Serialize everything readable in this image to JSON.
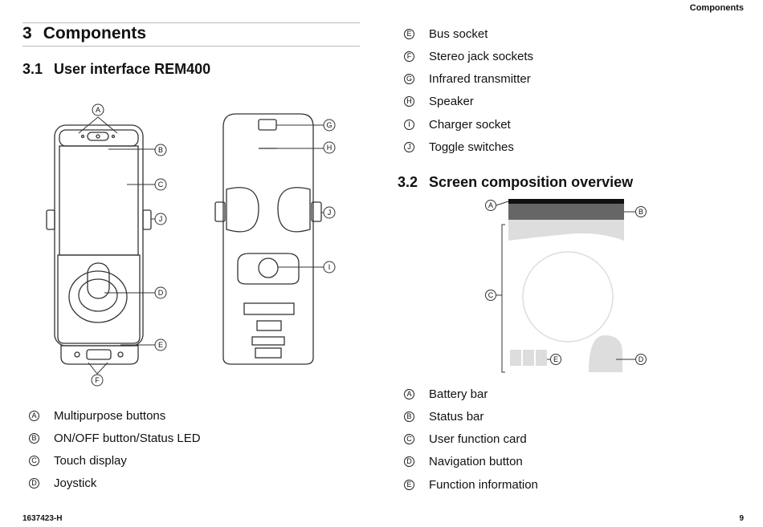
{
  "header": {
    "running_title": "Components"
  },
  "section": {
    "number": "3",
    "title": "Components"
  },
  "sub1": {
    "number": "3.1",
    "title": "User interface REM400"
  },
  "sub2": {
    "number": "3.2",
    "title": "Screen composition overview"
  },
  "device_callouts": [
    "A",
    "B",
    "C",
    "D",
    "E",
    "F",
    "G",
    "H",
    "I",
    "J",
    "J"
  ],
  "device_legend": [
    {
      "letter": "A",
      "label": "Multipurpose buttons"
    },
    {
      "letter": "B",
      "label": "ON/OFF button/Status LED"
    },
    {
      "letter": "C",
      "label": "Touch display"
    },
    {
      "letter": "D",
      "label": "Joystick"
    },
    {
      "letter": "E",
      "label": "Bus socket"
    },
    {
      "letter": "F",
      "label": "Stereo jack sockets"
    },
    {
      "letter": "G",
      "label": "Infrared transmitter"
    },
    {
      "letter": "H",
      "label": "Speaker"
    },
    {
      "letter": "I",
      "label": "Charger socket"
    },
    {
      "letter": "J",
      "label": "Toggle switches"
    }
  ],
  "screen_callouts": [
    "A",
    "B",
    "C",
    "E",
    "D"
  ],
  "screen_legend": [
    {
      "letter": "A",
      "label": "Battery bar"
    },
    {
      "letter": "B",
      "label": "Status bar"
    },
    {
      "letter": "C",
      "label": "User function card"
    },
    {
      "letter": "D",
      "label": "Navigation button"
    },
    {
      "letter": "E",
      "label": "Function information"
    }
  ],
  "footer": {
    "doc_id": "1637423-H",
    "page": "9"
  }
}
